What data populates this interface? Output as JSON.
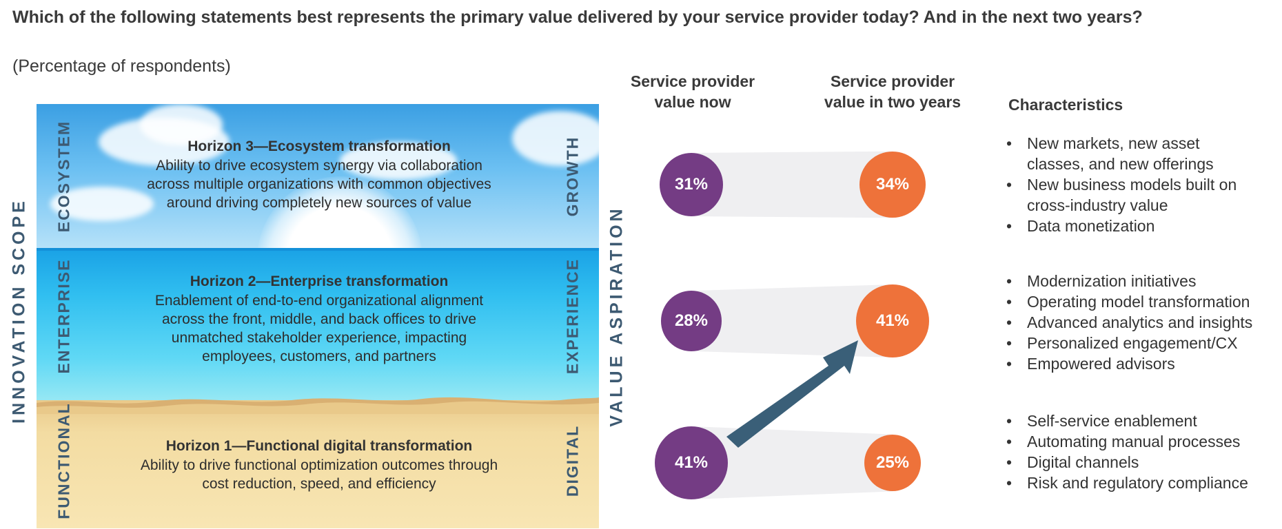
{
  "header": {
    "question": "Which of the following statements best represents the primary value delivered by your service provider today? And in the next two years?",
    "subtitle": "(Percentage of respondents)"
  },
  "axes": {
    "innovation_scope": "INNOVATION SCOPE",
    "value_aspiration": "VALUE ASPIRATION"
  },
  "bands": {
    "scope": [
      "ECOSYSTEM",
      "ENTERPRISE",
      "FUNCTIONAL"
    ],
    "value": [
      "GROWTH",
      "EXPERIENCE",
      "DIGITAL"
    ]
  },
  "horizons": [
    {
      "title": "Horizon 3—Ecosystem transformation",
      "lines": [
        "Ability to drive ecosystem synergy via collaboration",
        "across multiple organizations with common objectives",
        "around driving completely new sources of value"
      ]
    },
    {
      "title": "Horizon 2—Enterprise transformation",
      "lines": [
        "Enablement of end-to-end organizational alignment",
        "across the front, middle, and back offices to drive",
        "unmatched stakeholder experience, impacting",
        "employees, customers, and partners"
      ]
    },
    {
      "title": "Horizon 1—Functional digital transformation",
      "lines": [
        "Ability to drive functional optimization outcomes through",
        "cost reduction, speed, and efficiency"
      ]
    }
  ],
  "columns": {
    "now": [
      "Service provider",
      "value now"
    ],
    "future": [
      "Service provider",
      "value in two years"
    ],
    "characteristics": "Characteristics"
  },
  "values": {
    "now": [
      31,
      28,
      41
    ],
    "future": [
      34,
      41,
      25
    ],
    "labels_now": [
      "31%",
      "28%",
      "41%"
    ],
    "labels_future": [
      "34%",
      "41%",
      "25%"
    ]
  },
  "characteristics": [
    [
      "New markets, new asset classes, and new offerings",
      "New business models built on cross-industry value",
      "Data monetization"
    ],
    [
      "Modernization initiatives",
      "Operating model transformation",
      "Advanced analytics and insights",
      "Personalized engagement/CX",
      "Empowered advisors"
    ],
    [
      "Self-service enablement",
      "Automating manual processes",
      "Digital channels",
      "Risk and regulatory compliance"
    ]
  ],
  "colors": {
    "now": "#743c84",
    "future": "#ee723a",
    "arrow": "#3a5f78",
    "axis_label": "#3d5a72"
  }
}
